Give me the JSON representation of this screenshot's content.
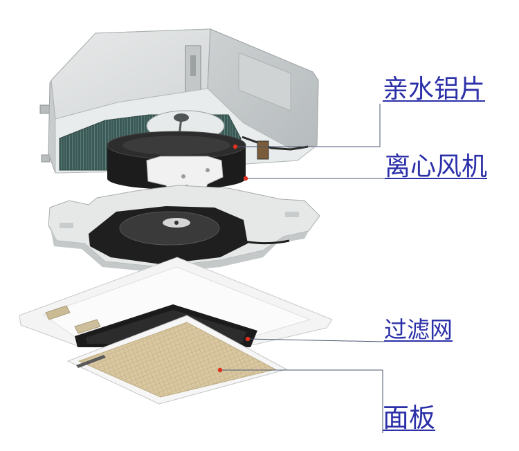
{
  "diagram": {
    "labels": {
      "hydrophilic_fins": "亲水铝片",
      "centrifugal_fan": "离心风机",
      "filter": "过滤网",
      "panel": "面板"
    }
  },
  "colors": {
    "label": "#2b2fa8",
    "marker": "#e0301e",
    "leader": "#4b5670"
  }
}
